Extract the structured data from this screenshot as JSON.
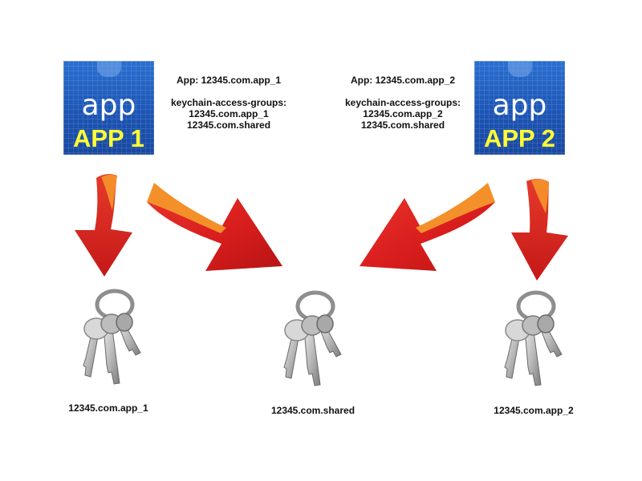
{
  "apps": [
    {
      "icon_word": "app",
      "icon_name": "APP 1",
      "app_line": "App: 12345.com.app_1",
      "groups_heading": "keychain-access-groups:",
      "groups": [
        "12345.com.app_1",
        "12345.com.shared"
      ]
    },
    {
      "icon_word": "app",
      "icon_name": "APP 2",
      "app_line": "App: 12345.com.app_2",
      "groups_heading": "keychain-access-groups:",
      "groups": [
        "12345.com.app_2",
        "12345.com.shared"
      ]
    }
  ],
  "keychains": [
    {
      "label": "12345.com.app_1",
      "icon": "keys-icon"
    },
    {
      "label": "12345.com.shared",
      "icon": "keys-icon"
    },
    {
      "label": "12345.com.app_2",
      "icon": "keys-icon"
    }
  ],
  "colors": {
    "icon_blue": "#1c55b5",
    "icon_label_yellow": "#ffff33",
    "arrow_red": "#d81d1d",
    "arrow_orange": "#f4902a"
  }
}
